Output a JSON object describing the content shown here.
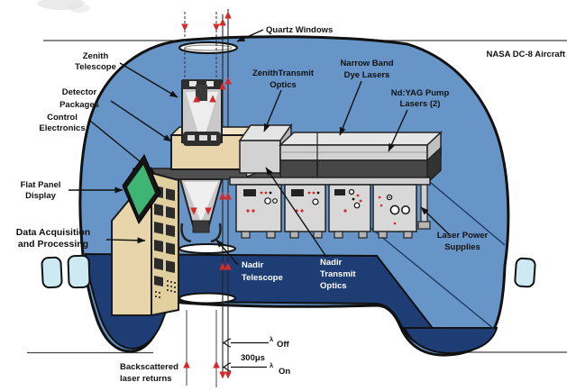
{
  "diagram_title": "NASA DC-8 Aircraft airborne lidar system cross-section",
  "colors": {
    "fuselage_blue": "#6795c8",
    "lower_fairing_navy": "#1d3d74",
    "window_glass": "#cdeaf2",
    "equipment_tan": "#e8d5ac",
    "display_green": "#3eb573",
    "beam_red": "#d42a2a",
    "panel_gray": "#d8d8d8",
    "dark_gray": "#474747"
  },
  "labels": {
    "quartz_windows": "Quartz Windows",
    "zenith_telescope": [
      "Zenith",
      "Telescope"
    ],
    "detector_packages": [
      "Detector",
      "Packages"
    ],
    "control_electronics": [
      "Control",
      "Electronics"
    ],
    "flat_panel_display": [
      "Flat Panel",
      "Display"
    ],
    "data_acquisition": [
      "Data Acquisition",
      "and Processing"
    ],
    "zenith_transmit_optics": [
      "ZenithTransmit",
      "Optics"
    ],
    "narrow_band_dye_lasers": [
      "Narrow Band",
      "Dye Lasers"
    ],
    "nd_yag_pump_lasers": [
      "Nd:YAG Pump",
      "Lasers (2)"
    ],
    "aircraft": "NASA DC-8 Aircraft",
    "laser_power_supplies": [
      "Laser Power",
      "Supplies"
    ],
    "nadir_telescope": [
      "Nadir",
      "Telescope"
    ],
    "nadir_transmit_optics": [
      "Nadir",
      "Transmit",
      "Optics"
    ],
    "backscattered_returns": [
      "Backscattered",
      "laser returns"
    ],
    "timing": {
      "lambda": "λ",
      "off": "Off",
      "on": "On",
      "interval": "300μs"
    }
  }
}
